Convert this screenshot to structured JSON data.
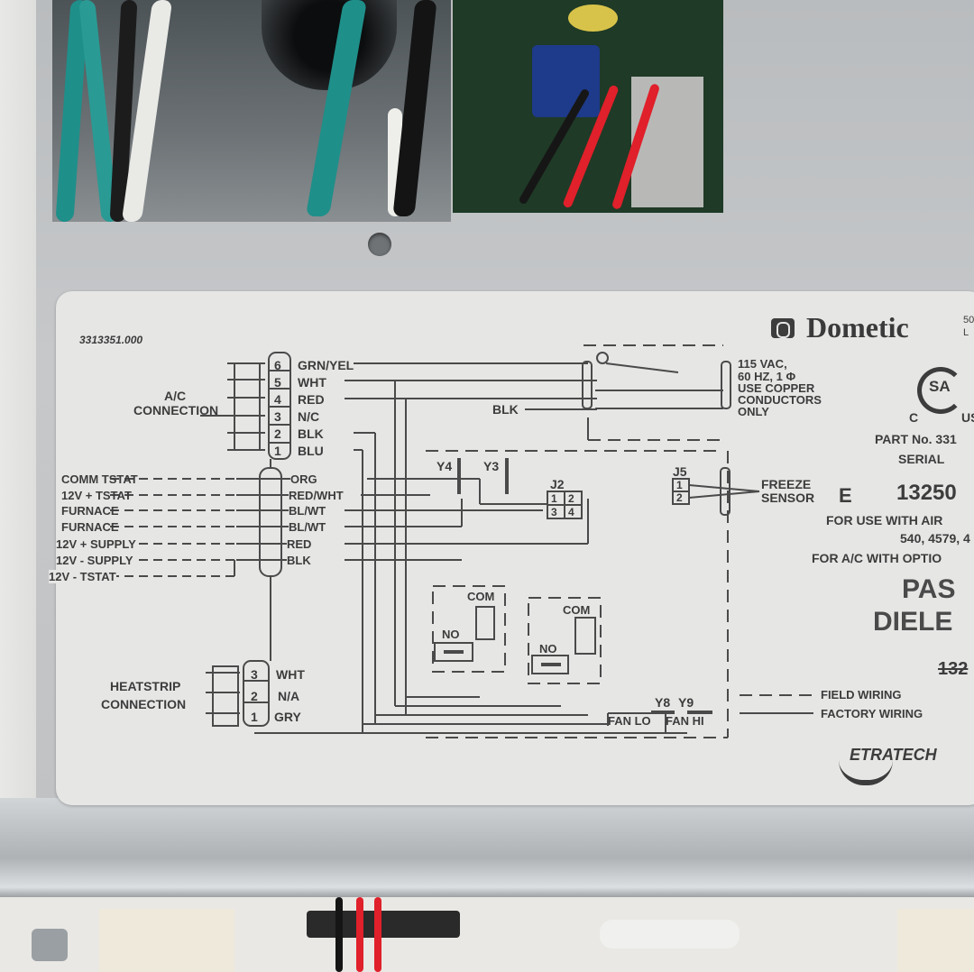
{
  "label": {
    "drawing_number": "3313351.000",
    "brand": "Dometic",
    "brand_suffix_fragment": [
      "50",
      "L"
    ],
    "power_note": [
      "115 VAC,",
      "60 HZ, 1 Φ",
      "USE COPPER",
      "CONDUCTORS",
      "ONLY"
    ],
    "cert_mark": {
      "letters": "SA",
      "left": "C",
      "right": "US"
    },
    "part_no": "PART No. 331",
    "serial": "SERIAL",
    "freeze_sensor": [
      "FREEZE",
      "SENSOR"
    ],
    "j5_label": "J5",
    "j5_pins": [
      "1",
      "2"
    ],
    "e_mark": "E",
    "model_number_fragment": "13250",
    "for_use_with": "FOR USE WITH AIR",
    "model_list_fragment": "540, 4579, 4",
    "for_ac_with": "FOR A/C WITH OPTIO",
    "title_line1": "PAS",
    "title_line2": "DIELE",
    "struck_number": "132",
    "legend": {
      "field": "FIELD WIRING",
      "factory": "FACTORY  WIRING"
    },
    "manufacturer_logo": "ETRATECH",
    "ac_connection": {
      "label": [
        "A/C",
        "CONNECTION"
      ],
      "pins": [
        {
          "pin": "6",
          "wire": "GRN/YEL"
        },
        {
          "pin": "5",
          "wire": "WHT"
        },
        {
          "pin": "4",
          "wire": "RED"
        },
        {
          "pin": "3",
          "wire": "N/C"
        },
        {
          "pin": "2",
          "wire": "BLK"
        },
        {
          "pin": "1",
          "wire": "BLU"
        }
      ]
    },
    "blk_wire": "BLK",
    "field_connections": [
      {
        "label": "COMM  TSTAT",
        "wire": "ORG"
      },
      {
        "label": "12V + TSTAT",
        "wire": "RED/WHT"
      },
      {
        "label": "FURNACE",
        "wire": "BL/WT"
      },
      {
        "label": "FURNACE",
        "wire": "BL/WT"
      },
      {
        "label": "12V + SUPPLY",
        "wire": "RED"
      },
      {
        "label": "12V - SUPPLY",
        "wire": "BLK"
      },
      {
        "label": "12V - TSTAT",
        "wire": ""
      }
    ],
    "relays": {
      "y4": "Y4",
      "y3": "Y3",
      "com": "COM",
      "no": "NO"
    },
    "j2": {
      "label": "J2",
      "pins": [
        "1",
        "2",
        "3",
        "4"
      ]
    },
    "fan": {
      "y8": "Y8",
      "y9": "Y9",
      "lo": "FAN  LO",
      "hi": "FAN  HI"
    },
    "heatstrip_connection": {
      "label": [
        "HEATSTRIP",
        "CONNECTION"
      ],
      "pins": [
        {
          "pin": "3",
          "wire": "WHT"
        },
        {
          "pin": "2",
          "wire": "N/A"
        },
        {
          "pin": "1",
          "wire": "GRY"
        }
      ]
    }
  },
  "colors": {
    "label_bg": "#e6e7e5",
    "ink": "#3c3c3c",
    "metal": "#c2c5c7",
    "wire_red": "#e0202a",
    "wire_teal": "#1f8f8a",
    "wire_yellow": "#c9c23a"
  }
}
